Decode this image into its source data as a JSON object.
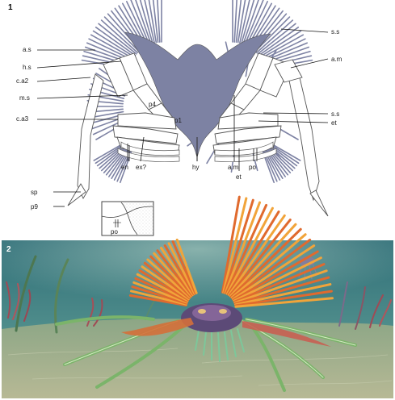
{
  "figure": {
    "panel1": {
      "number": "1",
      "labels": {
        "as": "a.s",
        "hs": "h.s",
        "ca2": "c.a2",
        "ms": "m.s",
        "ca3": "c.a3",
        "p4": "p4",
        "p1": "p1",
        "en": "en",
        "ex": "ex?",
        "hy": "hy",
        "am_bottom": "a.m",
        "et_bottom": "et",
        "po": "po",
        "ss_top": "s.s",
        "am_right": "a.m",
        "ss_right": "s.s",
        "et_right": "et",
        "sp": "sp",
        "p9": "p9",
        "po_inset": "po"
      }
    },
    "panel2": {
      "number": "2",
      "type": "reconstruction painting (underwater scene)"
    }
  },
  "colors": {
    "appendage_fill": "#7d82a3",
    "outline": "#3c3c3c",
    "water_top": "#2f6e78",
    "water_bottom": "#7ea79a",
    "sea_floor": "#9cab82"
  }
}
